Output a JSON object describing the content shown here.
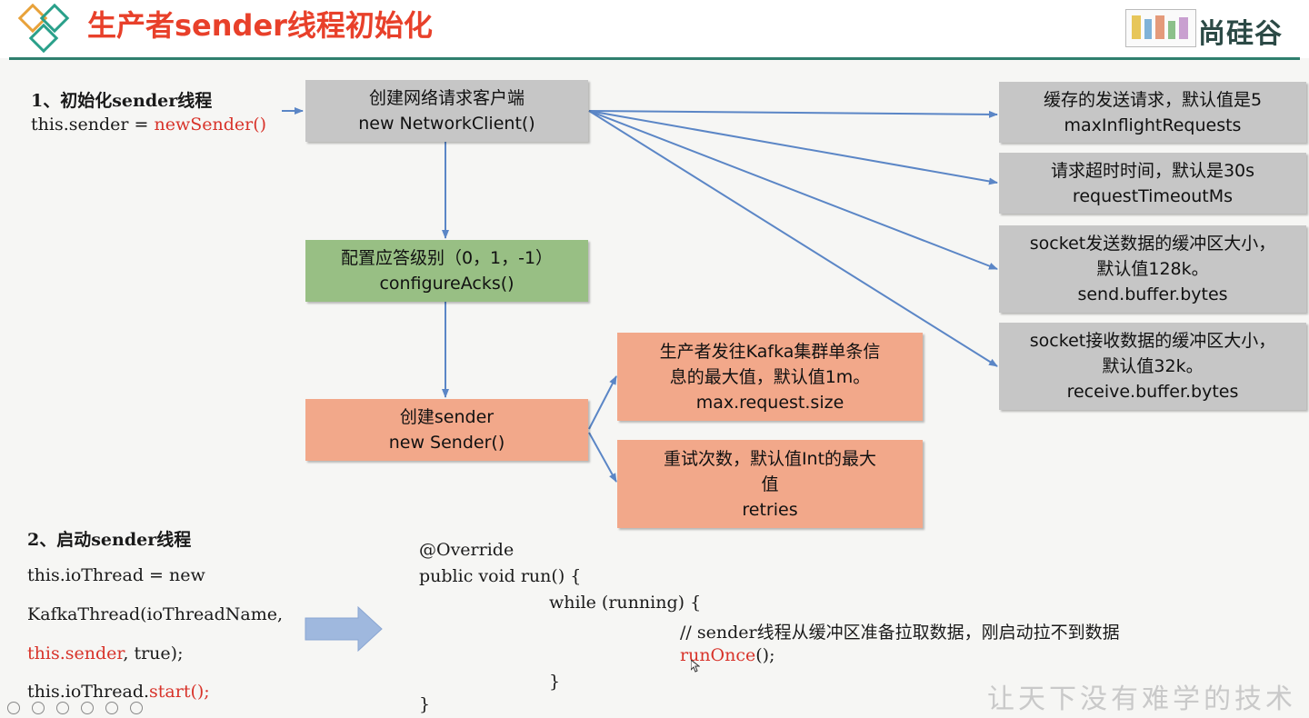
{
  "header": {
    "title": "生产者sender线程初始化",
    "brand": "尚硅谷",
    "accent": "#e8402a",
    "line_color": "#2f7f6e"
  },
  "step1": {
    "heading": "1、初始化sender线程",
    "code_prefix": "this.sender = ",
    "code_call": "newSender()"
  },
  "network_client": {
    "line1": "创建网络请求客户端",
    "line2": "new NetworkClient()"
  },
  "configure_acks": {
    "line1": "配置应答级别（0，1，-1）",
    "line2": "configureAcks()"
  },
  "create_sender": {
    "line1": "创建sender",
    "line2": "new Sender()"
  },
  "max_request": {
    "line1": "生产者发往Kafka集群单条信",
    "line2": "息的最大值，默认值1m。",
    "line3": "max.request.size"
  },
  "retries": {
    "line1": "重试次数，默认值Int的最大",
    "line2": "值",
    "line3": "retries"
  },
  "inflight": {
    "line1": "缓存的发送请求，默认值是5",
    "line2": "maxInflightRequests"
  },
  "timeout": {
    "line1": "请求超时时间，默认是30s",
    "line2": "requestTimeoutMs"
  },
  "send_buffer": {
    "line1": "socket发送数据的缓冲区大小，",
    "line2": "默认值128k。",
    "line3": "send.buffer.bytes"
  },
  "receive_buffer": {
    "line1": "socket接收数据的缓冲区大小，",
    "line2": "默认值32k。",
    "line3": "receive.buffer.bytes"
  },
  "step2": {
    "heading": "2、启动sender线程",
    "line1": "this.ioThread = new",
    "line2": "KafkaThread(ioThreadName,",
    "line3_red": "this.sender",
    "line3_rest": ", true);",
    "line4_prefix": "this.ioThread.",
    "line4_red": "start();"
  },
  "code": {
    "l1": "@Override",
    "l2": "public void run() {",
    "l3": "while (running) {",
    "l4": "// sender线程从缓冲区准备拉取数据，刚启动拉不到数据",
    "l5_red": "runOnce",
    "l5_rest": "();",
    "l6": "}",
    "l7": "}"
  },
  "watermark": "让天下没有难学的技术",
  "colors": {
    "gray_box": "#c6c6c6",
    "green_box": "#98bf84",
    "orange_box": "#f2a88a",
    "arrow": "#5b86c6"
  }
}
